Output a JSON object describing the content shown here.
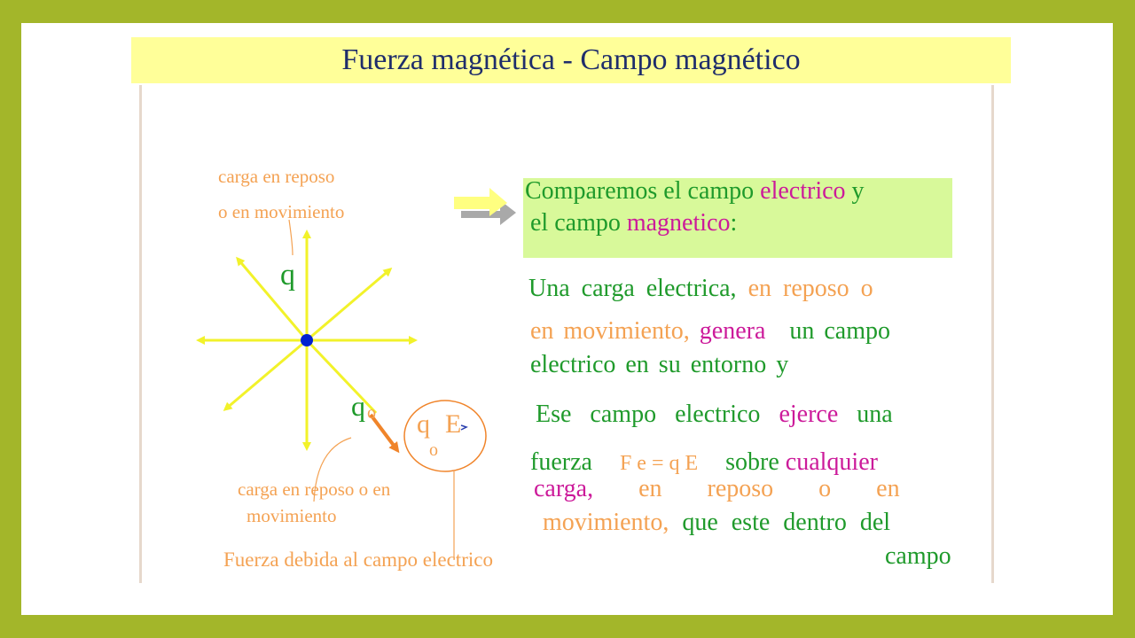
{
  "title": "Fuerza magnética - Campo magnético",
  "labels": {
    "top_line1": "carga en reposo",
    "top_line2": "o en movimiento",
    "q": "q",
    "q0_q": "q",
    "q0_sub": "o",
    "qe_q": "q",
    "qe_e": "E",
    "qe_sub": "o",
    "bottom_line1": "carga en reposo o en",
    "bottom_line2": "movimiento",
    "force_label": "Fuerza debida al campo electrico"
  },
  "compare": {
    "line1_a": "Comparemos el campo",
    "line1_b": "electrico",
    "line1_c": "y",
    "line2_a": "el campo",
    "line2_b": "magnetico",
    "line2_c": ":"
  },
  "paragraph": {
    "l1_a": "Una carga electrica,",
    "l1_b": "en reposo o",
    "l2_a": "en movimiento,",
    "l2_b": "genera",
    "l2_c": "un campo",
    "l3": "electrico en su entorno y",
    "l4_a": "Ese campo electrico",
    "l4_b": "ejerce",
    "l4_c": "una",
    "l5_a": "fuerza",
    "l5_formula": "F e = q E",
    "l5_b": "sobre",
    "l5_c": "cualquier",
    "l6_a": "carga,",
    "l6_b": "en reposo o en",
    "l7_a": "movimiento,",
    "l7_b": "que este dentro del",
    "l8": "campo"
  },
  "colors": {
    "background": "#a3b62a",
    "title_bar": "#ffff99",
    "title_text": "#1f2d6b",
    "orange": "#f4a253",
    "green": "#1f9a2b",
    "magenta": "#cc1a9a",
    "compare_box": "#d8f99a",
    "rays": "#f2f22a",
    "charge": "#0020d0"
  },
  "icons": [
    "right-arrow-icon",
    "charge-dot-icon",
    "field-rays-icon",
    "force-vector-icon"
  ]
}
